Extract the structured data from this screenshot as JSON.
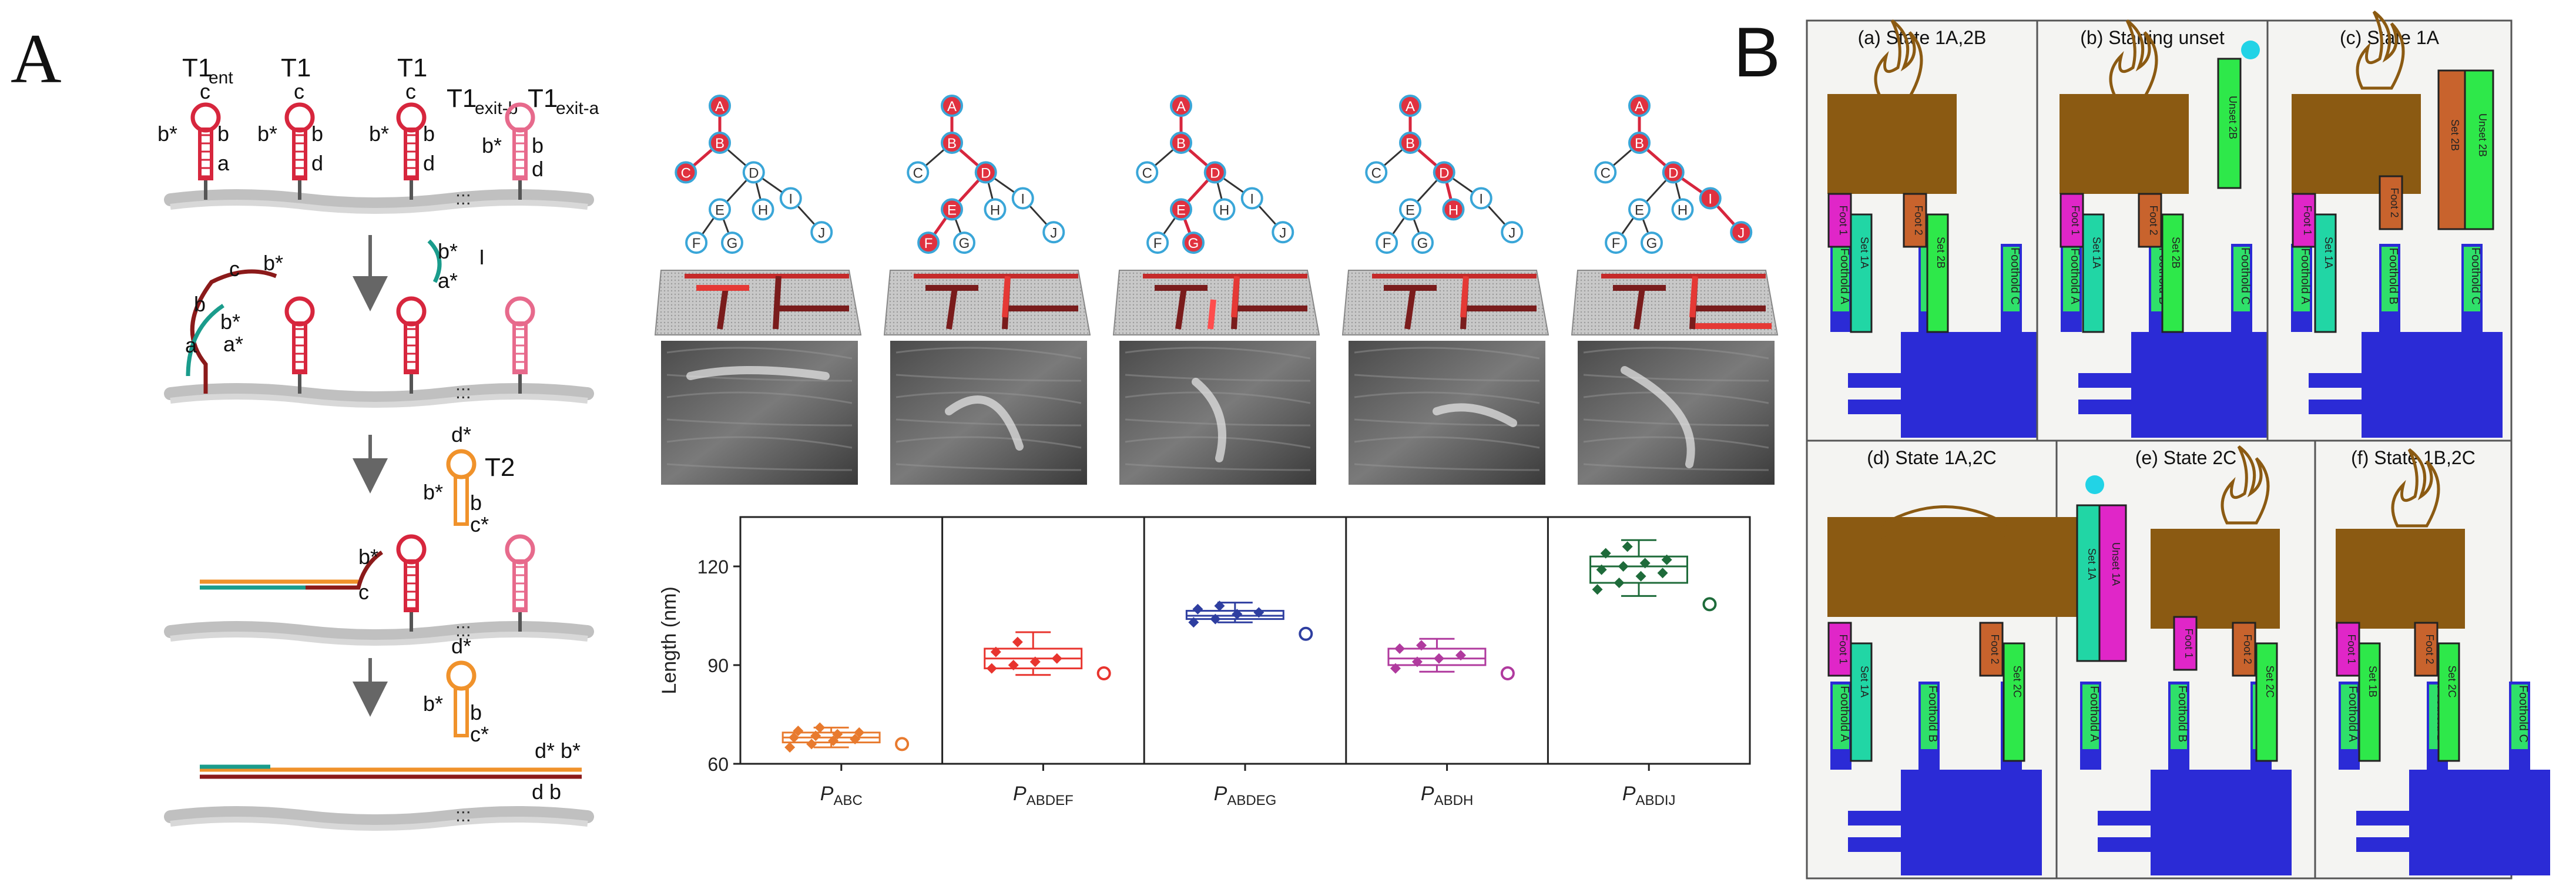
{
  "panel_a": {
    "letter": "A",
    "schematic": {
      "hairpins": [
        "T1",
        "ent",
        "T1",
        "T1",
        "T1",
        "exit-b",
        "T1",
        "exit-a"
      ],
      "strand_labels": {
        "c": "c",
        "b_star": "b*",
        "b": "b",
        "a": "a",
        "d": "d",
        "a_star": "a*",
        "d_star": "d*",
        "c_star": "c*",
        "I": "I",
        "T2": "T2",
        "dots": ":::",
        "d_star_b_star": "d* b*",
        "d_b": "d   b"
      }
    },
    "trees": {
      "nodes": [
        "A",
        "B",
        "C",
        "D",
        "E",
        "F",
        "G",
        "H",
        "I",
        "J"
      ],
      "paths": [
        [
          "A",
          "B",
          "C"
        ],
        [
          "A",
          "B",
          "D",
          "E",
          "F"
        ],
        [
          "A",
          "B",
          "D",
          "E",
          "G"
        ],
        [
          "A",
          "B",
          "D",
          "H"
        ],
        [
          "A",
          "B",
          "D",
          "I",
          "J"
        ]
      ]
    },
    "chart": {
      "ylabel": "Length (nm)",
      "yticks": [
        "60",
        "90",
        "120"
      ],
      "categories": [
        {
          "label": "P",
          "sub": "ABC"
        },
        {
          "label": "P",
          "sub": "ABDEF"
        },
        {
          "label": "P",
          "sub": "ABDEG"
        },
        {
          "label": "P",
          "sub": "ABDH"
        },
        {
          "label": "P",
          "sub": "ABDIJ"
        }
      ]
    }
  },
  "chart_data": {
    "type": "box",
    "ylabel": "Length (nm)",
    "ylim": [
      60,
      135
    ],
    "categories": [
      "P_ABC",
      "P_ABDEF",
      "P_ABDEG",
      "P_ABDH",
      "P_ABDIJ"
    ],
    "colors": [
      "#e87a2e",
      "#e8342e",
      "#2e3ea0",
      "#b03a9e",
      "#1e6b3a"
    ],
    "boxes": [
      {
        "whisker_low": 65,
        "q1": 66.5,
        "median": 68,
        "q3": 69.5,
        "whisker_high": 71,
        "points": [
          65,
          66,
          67,
          67.5,
          68,
          68.5,
          69,
          69.5,
          70,
          71
        ],
        "expected": 66
      },
      {
        "whisker_low": 87,
        "q1": 89,
        "median": 92,
        "q3": 95,
        "whisker_high": 100,
        "points": [
          89,
          90,
          91,
          92,
          94,
          97
        ],
        "expected": 87.5
      },
      {
        "whisker_low": 103,
        "q1": 104,
        "median": 105,
        "q3": 106.5,
        "whisker_high": 109,
        "points": [
          103,
          104,
          105.5,
          106,
          107,
          108
        ],
        "expected": 99.5
      },
      {
        "whisker_low": 88,
        "q1": 90,
        "median": 92,
        "q3": 95,
        "whisker_high": 98,
        "points": [
          89,
          91,
          92,
          93,
          95,
          96
        ],
        "expected": 87.5
      },
      {
        "whisker_low": 111,
        "q1": 115,
        "median": 120,
        "q3": 123,
        "whisker_high": 128,
        "points": [
          113,
          115,
          117,
          118,
          119,
          120,
          121,
          122,
          124,
          126
        ],
        "expected": 108.5
      }
    ]
  },
  "panel_b": {
    "letter": "B",
    "states": [
      {
        "title": "(a) State 1A,2B"
      },
      {
        "title": "(b) Starting unset"
      },
      {
        "title": "(c) State 1A"
      },
      {
        "title": "(d) State 1A,2C"
      },
      {
        "title": "(e) State 2C"
      },
      {
        "title": "(f) State 1B,2C"
      }
    ],
    "labels": {
      "foot1": "Foot 1",
      "foot2": "Foot 2",
      "set1a": "Set 1A",
      "set1b": "Set 1B",
      "set2b": "Set 2B",
      "set2c": "Set 2C",
      "foothold_a": "Foothold A",
      "foothold_b": "Foothold B",
      "foothold_c": "Foothold C",
      "unset2b": "Unset 2B",
      "unset1a": "Unset 1A",
      "set2b_rev": "Set 2B",
      "set1a_rev": "Set 1A"
    }
  }
}
